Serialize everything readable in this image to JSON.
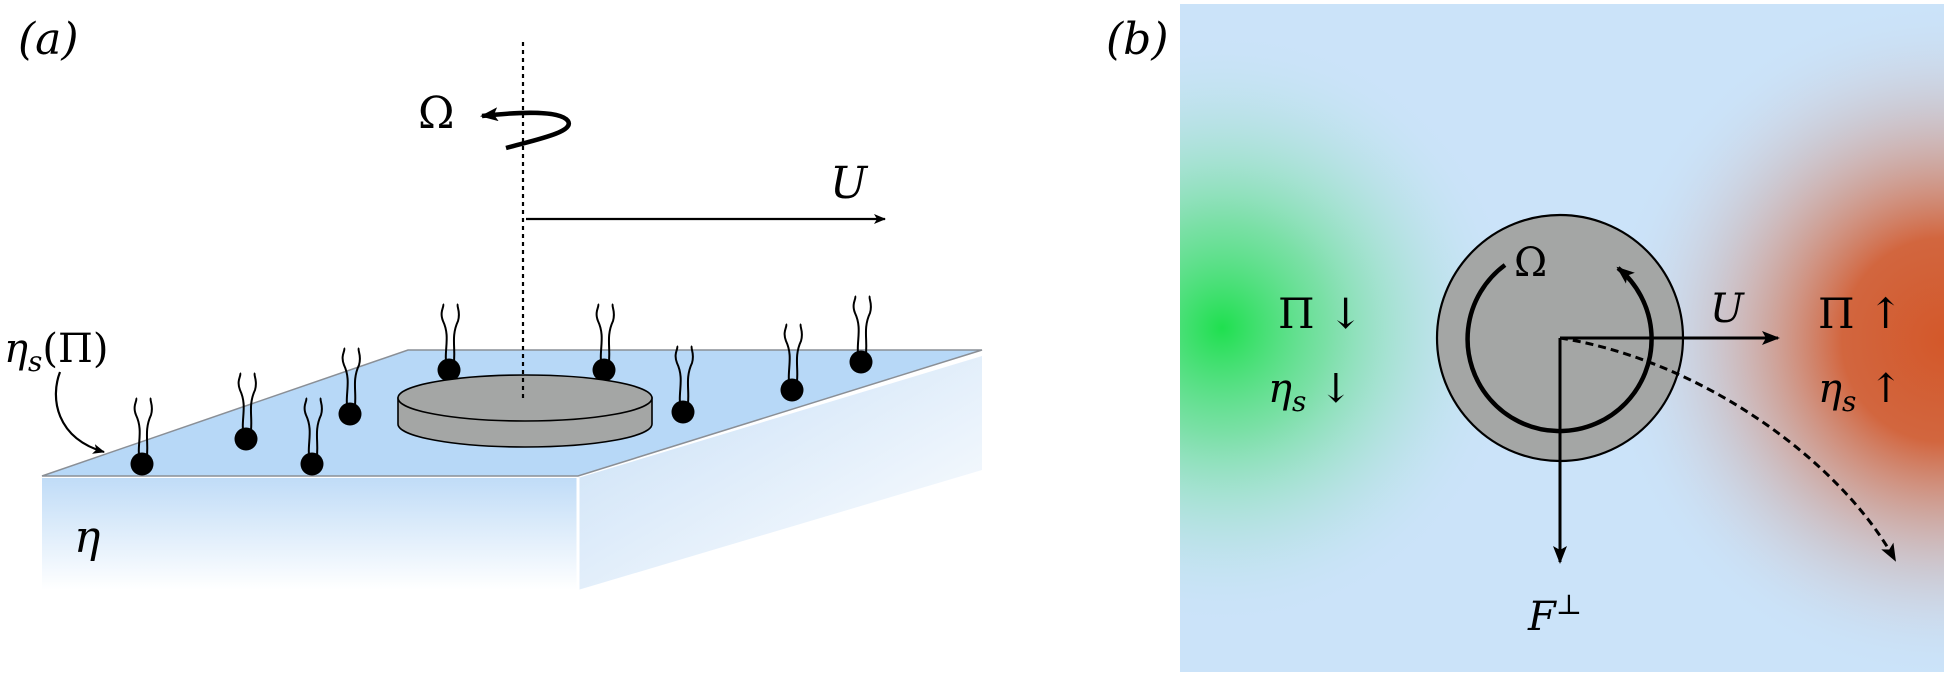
{
  "panel_a": {
    "tag": "(a)",
    "omega": "Ω",
    "velocity": "U",
    "surface_viscosity_sym": "η",
    "surface_viscosity_sub": "s",
    "surface_viscosity_arg": "(Π)",
    "bulk_viscosity": "η",
    "colors": {
      "surface": "#b7d8f7",
      "bulk_top": "#c0dcf7",
      "disk": "#a4a6a5"
    }
  },
  "panel_b": {
    "tag": "(b)",
    "omega": "Ω",
    "velocity": "U",
    "force_sym": "F",
    "force_sup": "⊥",
    "left_pressure": "Π ↓",
    "left_visc_sym": "η",
    "left_visc_sub": "s",
    "left_visc_arrow": " ↓",
    "right_pressure": "Π ↑",
    "right_visc_sym": "η",
    "right_visc_sub": "s",
    "right_visc_arrow": " ↑",
    "colors": {
      "background": "#cbe3f9",
      "low": "#1fe04f",
      "high": "#d3582a",
      "disk": "#a4a6a5"
    }
  }
}
